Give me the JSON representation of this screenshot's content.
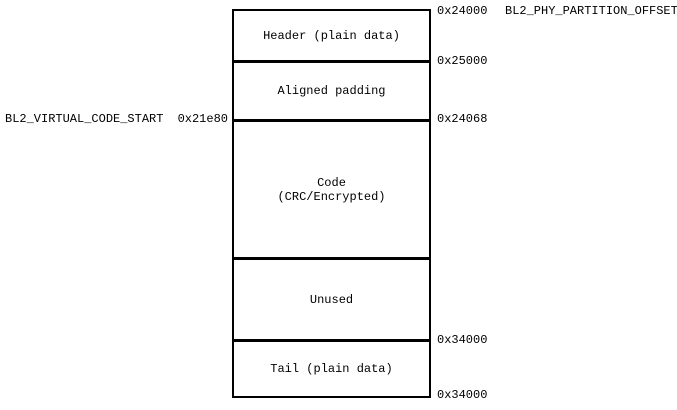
{
  "colors": {
    "background": "#ffffff",
    "line": "#000000",
    "text": "#000000"
  },
  "diagram": {
    "type": "memory-partition-layout",
    "segments": [
      {
        "label": "Header (plain data)"
      },
      {
        "label": "Aligned padding"
      },
      {
        "label": "Code\n(CRC/Encrypted)"
      },
      {
        "label": "Unused"
      },
      {
        "label": "Tail (plain data)"
      }
    ],
    "left_annotation": {
      "name": "BL2_VIRTUAL_CODE_START",
      "address": "0x21e80"
    },
    "right_annotations": {
      "top_address": "0x24000",
      "top_name": "BL2_PHY_PARTITION_OFFSET",
      "header_end": "0x25000",
      "padding_end": "0x24068",
      "unused_end": "0x34000",
      "tail_end": "0x34000"
    }
  }
}
